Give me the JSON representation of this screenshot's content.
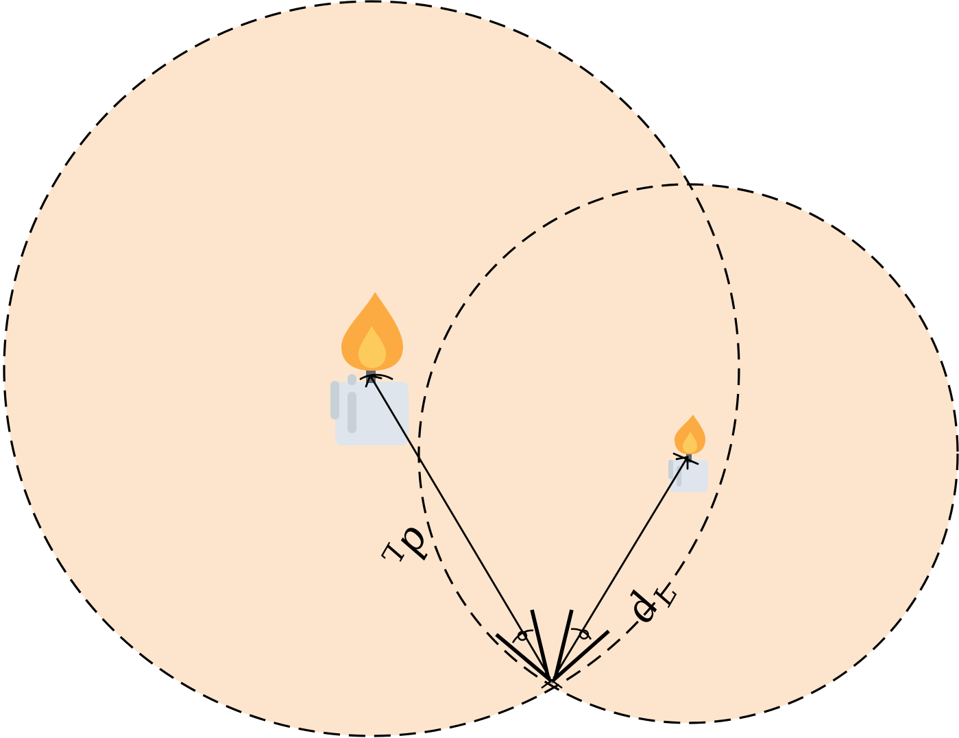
{
  "colors": {
    "region_fill": "#fde5cd",
    "outline": "#000000",
    "flame_outer": "#fbab42",
    "flame_inner": "#fdcb5c",
    "candle_body": "#dfe5ec",
    "candle_drip": "#c8d1d8",
    "wick": "#5c6770",
    "background": "#ffffff"
  },
  "icons": {
    "large_light": "candle-icon",
    "small_light": "candle-icon"
  },
  "labels": {
    "left_distance": {
      "main": "d",
      "sub": "L"
    },
    "right_distance": {
      "main": "d",
      "sub": "L"
    }
  }
}
